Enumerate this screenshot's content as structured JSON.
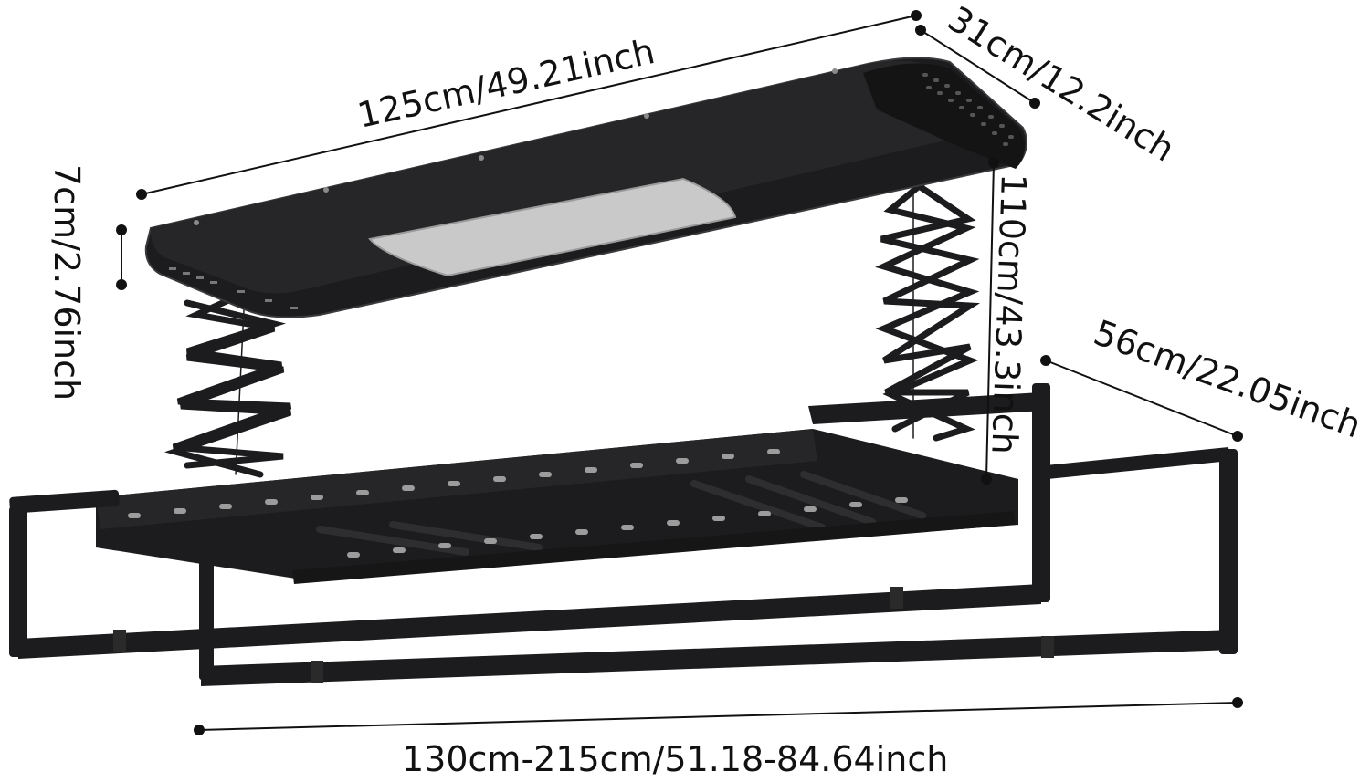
{
  "colors": {
    "background": "#ffffff",
    "product": "#1c1c1e",
    "product_edge": "#3a3a3c",
    "light_panel": "#c9c9c9",
    "dimension_line": "#111111"
  },
  "dimensions": {
    "length_top": "125cm/49.21inch",
    "depth_top": "31cm/12.2inch",
    "thickness": "7cm/2.76inch",
    "lift_height": "110cm/43.3inch",
    "rack_depth": "56cm/22.05inch",
    "extended_width": "130cm-215cm/51.18-84.64inch"
  }
}
